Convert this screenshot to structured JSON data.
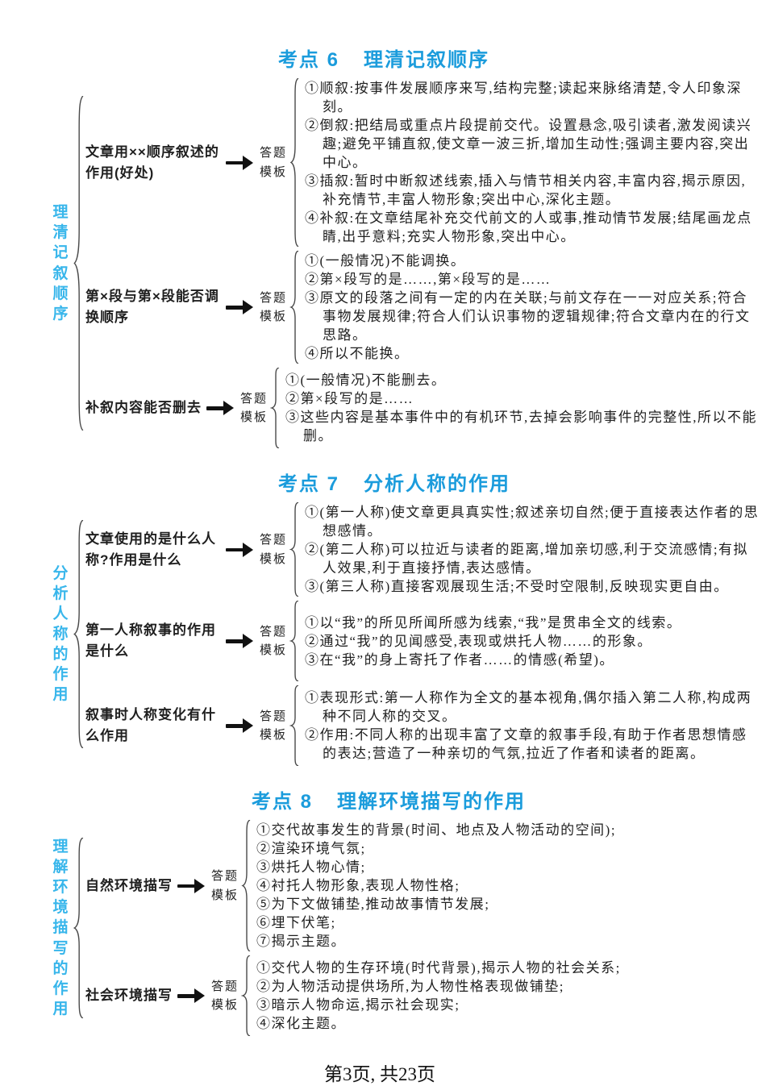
{
  "page": {
    "footer": "第3页, 共23页"
  },
  "labels": {
    "template": "答题模板"
  },
  "colors": {
    "title_blue": "#1b9cdc",
    "side_cyan": "#38b6eb",
    "text": "#1f1f1f"
  },
  "sections": [
    {
      "tag": "考点 6",
      "title": "理清记叙顺序",
      "side_label": "理清记叙顺序",
      "branches": [
        {
          "question": "文章用××顺序叙述的作用(好处)",
          "items": [
            "①顺叙:按事件发展顺序来写,结构完整;读起来脉络清楚,令人印象深刻。",
            "②倒叙:把结局或重点片段提前交代。设置悬念,吸引读者,激发阅读兴趣;避免平铺直叙,使文章一波三折,增加生动性;强调主要内容,突出中心。",
            "③插叙:暂时中断叙述线索,插入与情节相关内容,丰富内容,揭示原因,补充情节,丰富人物形象;突出中心,深化主题。",
            "④补叙:在文章结尾补充交代前文的人或事,推动情节发展;结尾画龙点睛,出乎意料;充实人物形象,突出中心。"
          ]
        },
        {
          "question": "第×段与第×段能否调换顺序",
          "items": [
            "①(一般情况)不能调换。",
            "②第×段写的是……,第×段写的是……",
            "③原文的段落之间有一定的内在关联;与前文存在一一对应关系;符合事物发展规律;符合人们认识事物的逻辑规律;符合文章内在的行文思路。",
            "④所以不能换。"
          ]
        },
        {
          "question": "补叙内容能否删去",
          "items": [
            "①(一般情况)不能删去。",
            "②第×段写的是……",
            "③这些内容是基本事件中的有机环节,去掉会影响事件的完整性,所以不能删。"
          ]
        }
      ]
    },
    {
      "tag": "考点 7",
      "title": "分析人称的作用",
      "side_label": "分析人称的作用",
      "branches": [
        {
          "question": "文章使用的是什么人称?作用是什么",
          "items": [
            "①(第一人称)使文章更具真实性;叙述亲切自然;便于直接表达作者的思想感情。",
            "②(第二人称)可以拉近与读者的距离,增加亲切感,利于交流感情;有拟人效果,利于直接抒情,表达感情。",
            "③(第三人称)直接客观展现生活;不受时空限制,反映现实更自由。"
          ]
        },
        {
          "question": "第一人称叙事的作用是什么",
          "items": [
            "①以“我”的所见所闻所感为线索,“我”是贯串全文的线索。",
            "②通过“我”的见闻感受,表现或烘托人物……的形象。",
            "③在“我”的身上寄托了作者……的情感(希望)。"
          ]
        },
        {
          "question": "叙事时人称变化有什么作用",
          "items": [
            "①表现形式:第一人称作为全文的基本视角,偶尔插入第二人称,构成两种不同人称的交叉。",
            "②作用:不同人称的出现丰富了文章的叙事手段,有助于作者思想情感的表达;营造了一种亲切的气氛,拉近了作者和读者的距离。"
          ]
        }
      ]
    },
    {
      "tag": "考点 8",
      "title": "理解环境描写的作用",
      "side_label": "理解环境描写的作用",
      "branches": [
        {
          "question": "自然环境描写",
          "items": [
            "①交代故事发生的背景(时间、地点及人物活动的空间);",
            "②渲染环境气氛;",
            "③烘托人物心情;",
            "④衬托人物形象,表现人物性格;",
            "⑤为下文做铺垫,推动故事情节发展;",
            "⑥埋下伏笔;",
            "⑦揭示主题。"
          ]
        },
        {
          "question": "社会环境描写",
          "items": [
            "①交代人物的生存环境(时代背景),揭示人物的社会关系;",
            "②为人物活动提供场所,为人物性格表现做铺垫;",
            "③暗示人物命运,揭示社会现实;",
            "④深化主题。"
          ]
        }
      ]
    }
  ]
}
